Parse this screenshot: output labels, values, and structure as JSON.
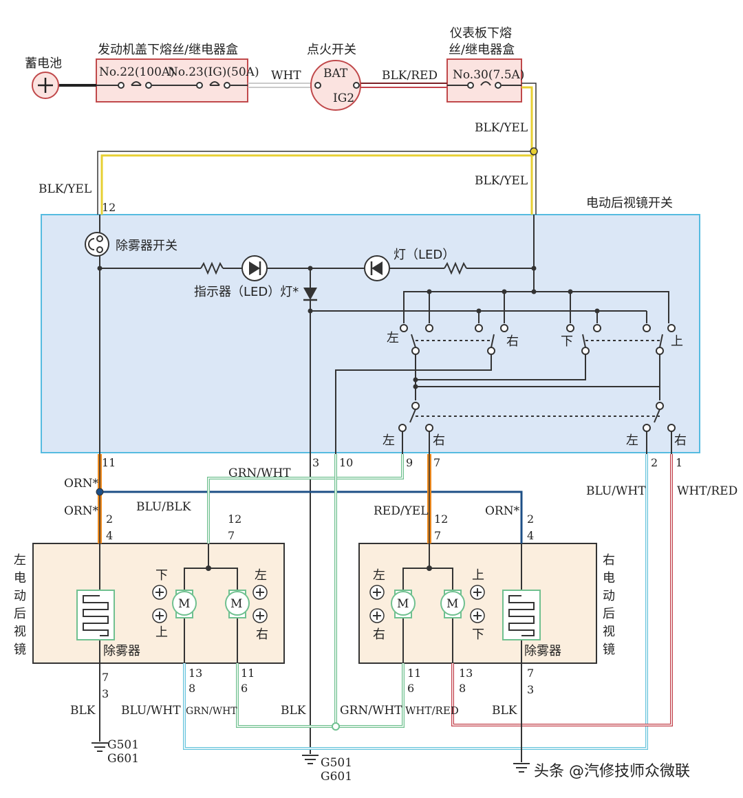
{
  "top": {
    "battery": "蓄电池",
    "underhood_box": "发动机盖下熔丝/继电器盒",
    "fuse22": "No.22(100A)",
    "fuse23": "No.23(IG)(50A)",
    "ignition": "点火开关",
    "bat": "BAT",
    "ig2": "IG2",
    "dash_box_line1": "仪表板下熔",
    "dash_box_line2": "丝/继电器盒",
    "fuse30": "No.30(7.5A)"
  },
  "wires": {
    "wht": "WHT",
    "blk_red": "BLK/RED",
    "blk_yel_1": "BLK/YEL",
    "blk_yel_2": "BLK/YEL",
    "blk_yel_3": "BLK/YEL",
    "orn_1": "ORN*",
    "orn_2": "ORN*",
    "orn_3": "ORN*",
    "blu_blk": "BLU/BLK",
    "grn_wht_top": "GRN/WHT",
    "red_yel": "RED/YEL",
    "blu_wht_right": "BLU/WHT",
    "wht_red_right": "WHT/RED",
    "blk_1": "BLK",
    "blk_2": "BLK",
    "blk_3": "BLK",
    "blu_wht_bottom": "BLU/WHT",
    "grn_wht_b1": "GRN/WHT",
    "grn_wht_b2": "GRN/WHT",
    "wht_red_bottom": "WHT/RED"
  },
  "switch": {
    "title": "电动后视镜开关",
    "defog_switch": "除雾器开关",
    "indicator": "指示器（LED）灯*",
    "lamp": "灯（LED）",
    "left_1": "左",
    "right_1": "右",
    "down": "下",
    "up": "上",
    "left_2": "左",
    "right_2": "右",
    "left_3": "左",
    "right_3": "右"
  },
  "pins": {
    "p12": "12",
    "p11": "11",
    "p3": "3",
    "p10": "10",
    "p9": "9",
    "p7": "7",
    "p2": "2",
    "p1": "1",
    "lm_2": "2",
    "lm_4": "4",
    "lm_12": "12",
    "lm_7": "7",
    "lm_7b": "7",
    "lm_3b": "3",
    "lm_13": "13",
    "lm_8": "8",
    "lm_11": "11",
    "lm_6": "6",
    "rm_12": "12",
    "rm_7": "7",
    "rm_2": "2",
    "rm_4": "4",
    "rm_11": "11",
    "rm_6": "6",
    "rm_13": "13",
    "rm_8": "8",
    "rm_7b": "7",
    "rm_3b": "3"
  },
  "left_mirror": {
    "title": "左电动后视镜",
    "defogger": "除雾器",
    "down": "下",
    "up": "上",
    "left": "左",
    "right": "右",
    "motor": "M"
  },
  "right_mirror": {
    "title": "右电动后视镜",
    "defogger": "除雾器",
    "left": "左",
    "right": "右",
    "up": "上",
    "down": "下",
    "motor": "M"
  },
  "grounds": {
    "g1a": "G501",
    "g1b": "G601",
    "g2a": "G501",
    "g2b": "G601"
  },
  "watermark": "头条 @汽修技师众微联",
  "colors": {
    "box_fill": "#dbe7f6",
    "box_border": "#55bbe0",
    "mirror_fill": "#fbeede",
    "fuse_fill": "#fbe3e0",
    "fuse_border": "#c0484a",
    "blk_yel": "#e7cf32",
    "orange": "#ef8a1c",
    "blue_dark": "#1d4f86",
    "green": "#6fc08f",
    "cyan": "#66c4dc",
    "red": "#c2404a"
  }
}
